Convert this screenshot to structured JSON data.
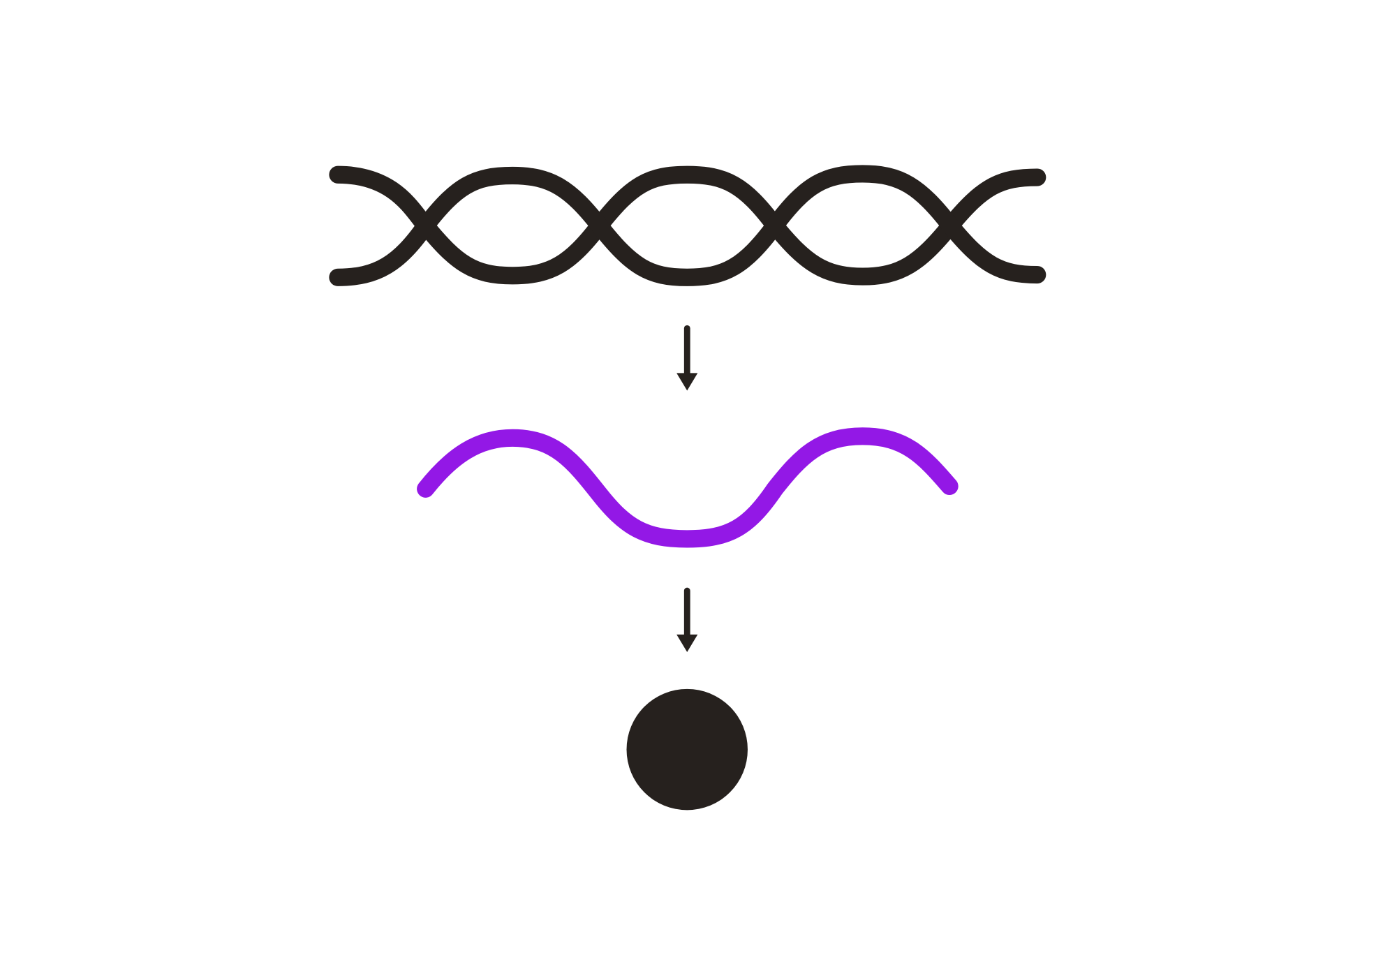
{
  "diagram": {
    "background_color": "#ffffff",
    "stages": [
      {
        "name": "double-strand",
        "color": "#26211e",
        "strands": 2
      },
      {
        "name": "single-strand",
        "color": "#9318e6",
        "strands": 1
      },
      {
        "name": "collapsed-particle",
        "color": "#26211e",
        "shape": "circle"
      }
    ],
    "arrows": [
      {
        "from": "double-strand",
        "to": "single-strand",
        "color": "#26211e"
      },
      {
        "from": "single-strand",
        "to": "collapsed-particle",
        "color": "#26211e"
      }
    ]
  }
}
